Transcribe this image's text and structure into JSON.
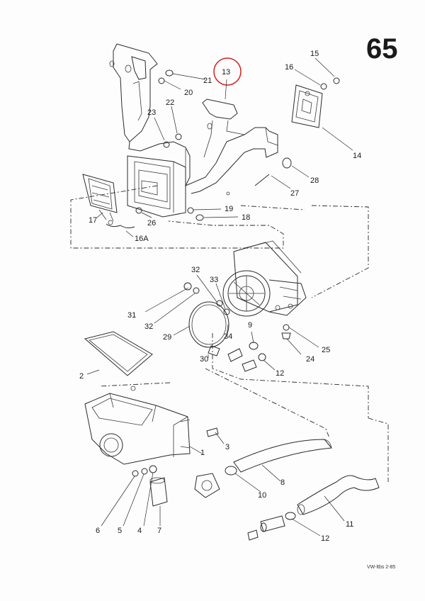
{
  "page_number": "65",
  "reference": "VW-ltbs 2-85",
  "highlight_color": "#d62020",
  "highlighted_part": "13",
  "parts": [
    {
      "id": "p1",
      "label": "1"
    },
    {
      "id": "p2",
      "label": "2"
    },
    {
      "id": "p3",
      "label": "3"
    },
    {
      "id": "p4",
      "label": "4"
    },
    {
      "id": "p5",
      "label": "5"
    },
    {
      "id": "p6",
      "label": "6"
    },
    {
      "id": "p7",
      "label": "7"
    },
    {
      "id": "p8",
      "label": "8"
    },
    {
      "id": "p9",
      "label": "9"
    },
    {
      "id": "p10",
      "label": "10"
    },
    {
      "id": "p11",
      "label": "11"
    },
    {
      "id": "p12a",
      "label": "12"
    },
    {
      "id": "p12b",
      "label": "12"
    },
    {
      "id": "p13",
      "label": "13"
    },
    {
      "id": "p14",
      "label": "14"
    },
    {
      "id": "p15",
      "label": "15"
    },
    {
      "id": "p16",
      "label": "16"
    },
    {
      "id": "p16a",
      "label": "16A"
    },
    {
      "id": "p17",
      "label": "17"
    },
    {
      "id": "p18",
      "label": "18"
    },
    {
      "id": "p19",
      "label": "19"
    },
    {
      "id": "p20",
      "label": "20"
    },
    {
      "id": "p21",
      "label": "21"
    },
    {
      "id": "p22",
      "label": "22"
    },
    {
      "id": "p23",
      "label": "23"
    },
    {
      "id": "p24",
      "label": "24"
    },
    {
      "id": "p25",
      "label": "25"
    },
    {
      "id": "p26",
      "label": "26"
    },
    {
      "id": "p27",
      "label": "27"
    },
    {
      "id": "p28",
      "label": "28"
    },
    {
      "id": "p29",
      "label": "29"
    },
    {
      "id": "p30",
      "label": "30"
    },
    {
      "id": "p31",
      "label": "31"
    },
    {
      "id": "p32a",
      "label": "32"
    },
    {
      "id": "p32b",
      "label": "32"
    },
    {
      "id": "p33",
      "label": "33"
    },
    {
      "id": "p34",
      "label": "34"
    }
  ]
}
